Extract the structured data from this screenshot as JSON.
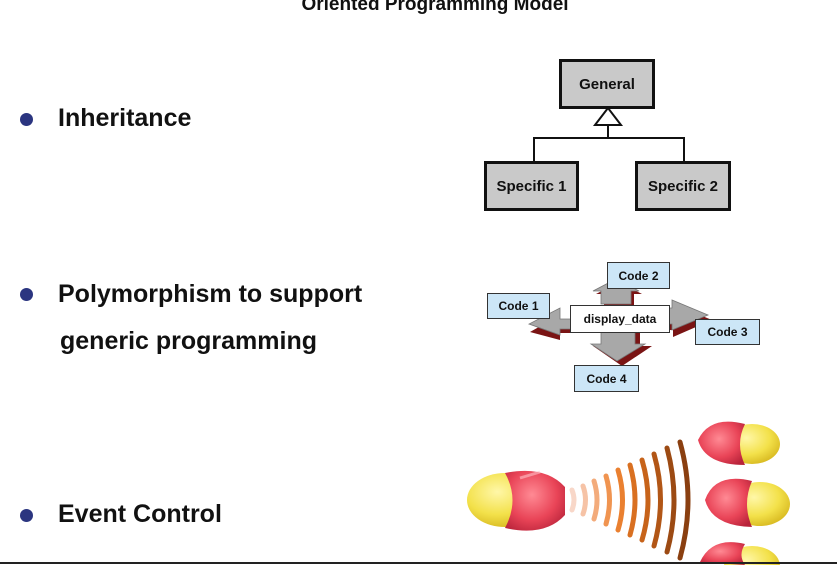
{
  "slide": {
    "title": "Oriented Programming Model"
  },
  "bullets": [
    {
      "text": "Inheritance"
    },
    {
      "text": "Polymorphism to support",
      "continuation": "generic programming"
    },
    {
      "text": "Event Control"
    }
  ],
  "inheritance_diagram": {
    "parent": "General",
    "children": [
      "Specific 1",
      "Specific 2"
    ]
  },
  "polymorphism_diagram": {
    "center": "display_data",
    "codes": [
      "Code 1",
      "Code 2",
      "Code 3",
      "Code 4"
    ]
  },
  "colors": {
    "bullet": "#2b3580",
    "uml_fill": "#c9c9c9",
    "code_fill": "#cce6f7",
    "arrow_dark": "#7a1414",
    "arrow_gray": "#a8a8a8"
  }
}
